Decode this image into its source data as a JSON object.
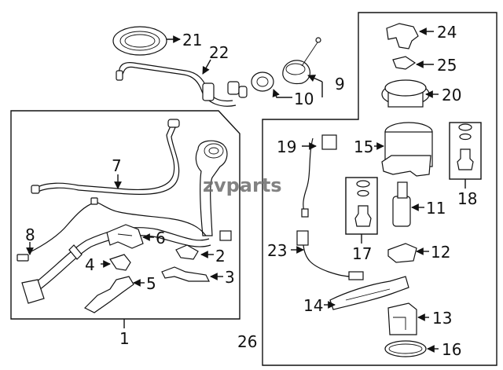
{
  "watermark": "zvparts",
  "callouts": {
    "c1": "1",
    "c2": "2",
    "c3": "3",
    "c4": "4",
    "c5": "5",
    "c6": "6",
    "c7": "7",
    "c8": "8",
    "c9": "9",
    "c10": "10",
    "c11": "11",
    "c12": "12",
    "c13": "13",
    "c14": "14",
    "c15": "15",
    "c16": "16",
    "c17": "17",
    "c18": "18",
    "c19": "19",
    "c20": "20",
    "c21": "21",
    "c22": "22",
    "c23": "23",
    "c24": "24",
    "c25": "25",
    "c26": "26"
  }
}
